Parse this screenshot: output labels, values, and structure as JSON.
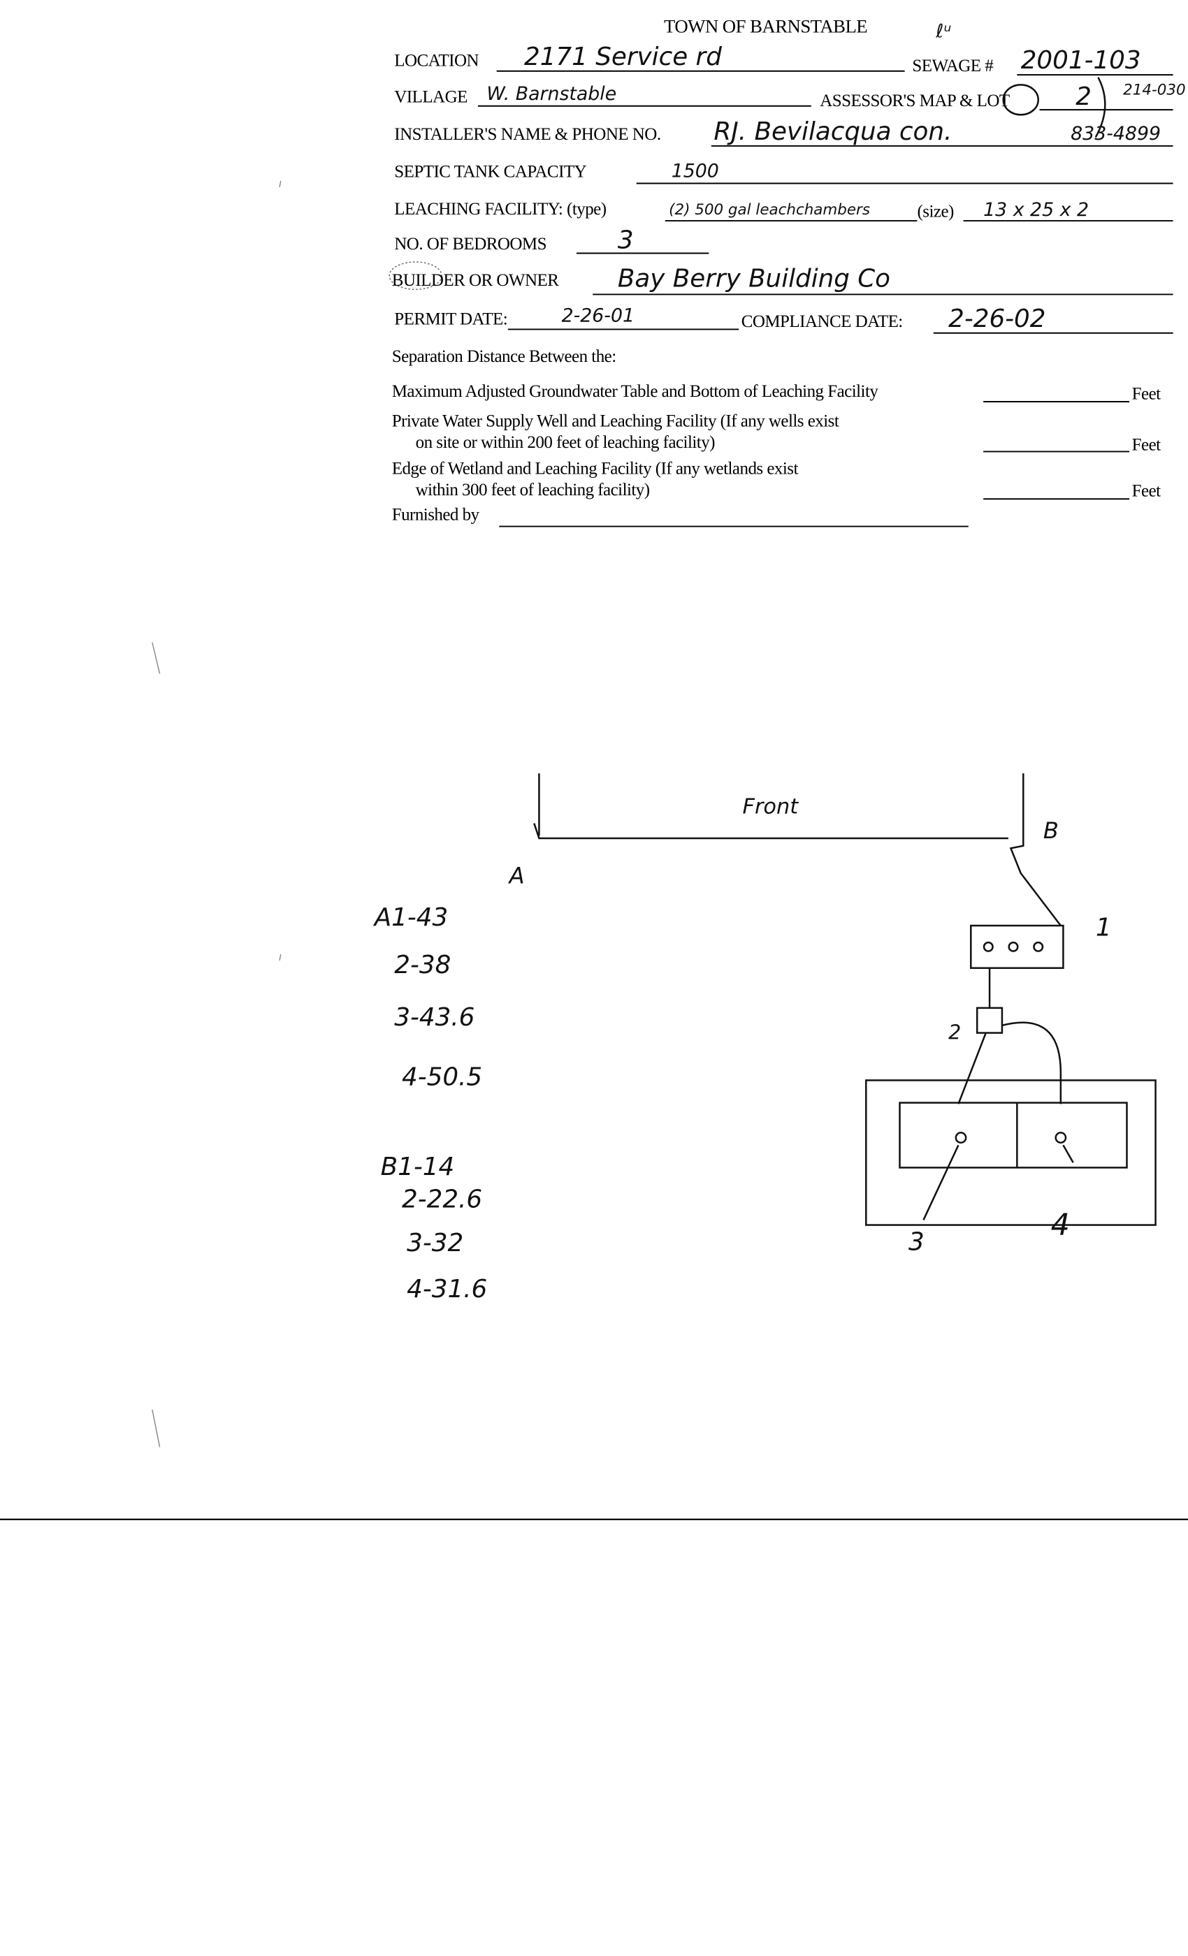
{
  "header": {
    "title": "TOWN OF BARNSTABLE",
    "corner_mark": "ℓᵘ"
  },
  "fields": {
    "location_label": "LOCATION",
    "location_value": "2171 Service rd",
    "sewage_label": "SEWAGE #",
    "sewage_value": "2001-103",
    "village_label": "VILLAGE",
    "village_value": "W. Barnstable",
    "map_lot_label": "ASSESSOR'S MAP & LOT",
    "map_lot_value": "2",
    "map_lot_note": "214-030",
    "installer_label": "INSTALLER'S NAME & PHONE NO.",
    "installer_value": "RJ. Bevilacqua con.",
    "installer_phone": "833-4899",
    "septic_label": "SEPTIC TANK CAPACITY",
    "septic_value": "1500",
    "leaching_label": "LEACHING FACILITY: (type)",
    "leaching_type_value": "(2) 500 gal leachchambers",
    "leaching_size_label": "(size)",
    "leaching_size_value": "13 x 25 x 2",
    "bedrooms_label": "NO. OF BEDROOMS",
    "bedrooms_value": "3",
    "builder_label": "BUILDER OR OWNER",
    "builder_value": "Bay Berry Building Co",
    "permit_label": "PERMIT DATE:",
    "permit_value": "2-26-01",
    "compliance_label": "COMPLIANCE DATE:",
    "compliance_value": "2-26-02"
  },
  "separation": {
    "heading": "Separation Distance Between the:",
    "rows": [
      {
        "line1": "Maximum Adjusted Groundwater Table and Bottom of Leaching Facility",
        "unit": "Feet"
      },
      {
        "line1": "Private Water Supply Well and Leaching Facility  (If any wells exist",
        "line2": "on site or within 200 feet of leaching facility)",
        "unit": "Feet"
      },
      {
        "line1": "Edge of Wetland and Leaching Facility (If any wetlands exist",
        "line2": "within 300 feet of leaching facility)",
        "unit": "Feet"
      }
    ],
    "furnished_label": "Furnished by"
  },
  "sketch": {
    "front_label": "Front",
    "point_a": "A",
    "point_b": "B",
    "labels": [
      "1",
      "2",
      "3",
      "4"
    ],
    "measurements_a": [
      "A1-43",
      "2-38",
      "3-43.6",
      "4-50.5"
    ],
    "measurements_b": [
      "B1-14",
      "2-22.6",
      "3-32",
      "4-31.6"
    ]
  }
}
